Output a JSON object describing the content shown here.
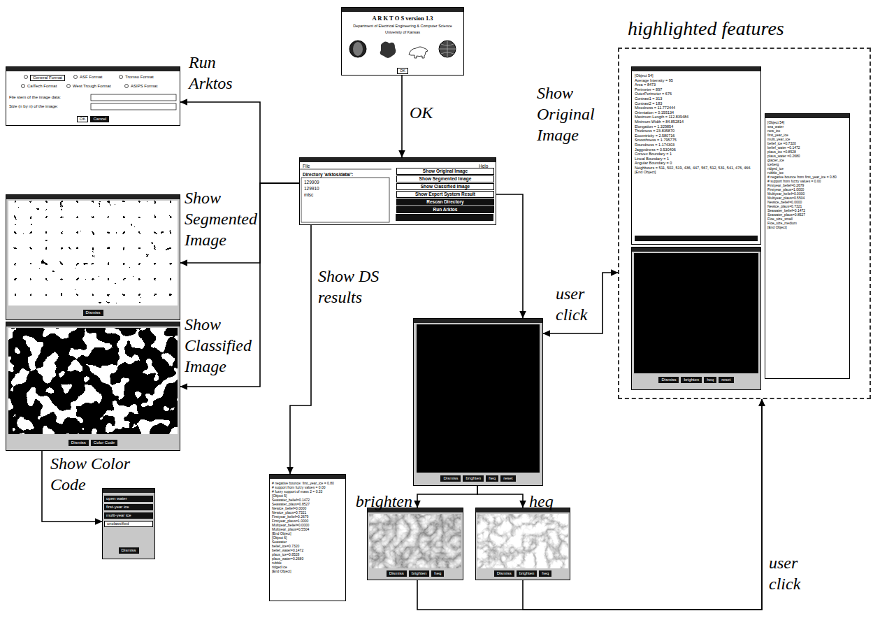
{
  "diagram": {
    "nodes": [
      {
        "text": [
          "A R K T O S version 1.3",
          "Department of Electrical Engineering & Computer Science",
          "University of Kansas",
          "OK"
        ]
      },
      {
        "text": [
          "General Format",
          "ASF Format",
          "Tromso Format",
          "CalTech Format",
          "West Trough Format",
          "ASIPS Format",
          "File stem of the image data:",
          "Size (n by n) of the image:",
          "OK",
          "Cancel"
        ]
      },
      {
        "text": [
          "File",
          "Help",
          "Directory 'arktos/data/':",
          "129909",
          "129910",
          "misc",
          "Show Original Image",
          "Show Segmented Image",
          "Show Classified Image",
          "Show Expert System Result",
          "Rescan Directory",
          "Run Arktos"
        ]
      },
      {
        "text": [
          "Dismiss"
        ]
      },
      {
        "text": [
          "Dismiss",
          "Color Code"
        ]
      },
      {
        "text": [
          "open water",
          "first-year ice",
          "multi-year ice",
          "unclassified",
          "Dismiss"
        ]
      },
      {
        "text": [
          "# negative bounce: first_year_ice = 0.80",
          "# support from fuzzy values = 0.00",
          "# fuzzy support of mass 2 = 0.33",
          "[Object 5]",
          "Seawater_belief=0.1472",
          "Seawater_plaus=0.8527",
          "Newice_belief=0.0000",
          "Newice_plaus=0.7321",
          "Firstyear_belief=0.2679",
          "Firstyear_plaus=1.0000",
          "Multiyear_belief=0.0000",
          "Multiyear_plaus=0.5504",
          "[End Object]",
          "[Object 6]",
          "Seawater",
          "belief_ice=0.7320",
          "belief_water=0.1472",
          "plaus_ice=0.8528",
          "plaus_water=0.2680",
          "rubble",
          "ridged ice",
          "[End Object]"
        ]
      },
      {
        "text": [
          "Dismiss",
          "brighten",
          "heq",
          "reset"
        ]
      },
      {
        "text": [
          "Dismiss",
          "brighten",
          "heq"
        ]
      },
      {
        "text": [
          "Dismiss",
          "brighten",
          "heq"
        ]
      },
      {
        "text": [
          "highlighted features"
        ]
      },
      {
        "text": [
          "[Object 54]",
          "Average Intensity = 95",
          "Area = 8473",
          "Perimeter = 897",
          "OuterPerimeter = 676",
          "Contrast1 = 313",
          "Contrast2 = 183",
          "Mixedness = 11.772444",
          "Orientation = 0.155134",
          "Maximum Length = 112.839484",
          "Minimum Width = 84.852814",
          "Elongation = 1.329854",
          "Thickness = 23.835870",
          "Eccentricity = 2.580716",
          "Smoothness = 1.795775",
          "Roundness = 1.174303",
          "Jaggedness = 0.530406",
          "Convex Boundary = 1",
          "Lineal Boundary = 1",
          "Angular Boundary = 0",
          "Neighbours = 511, 502, 519, 436, 447, 567, 512, 531, 541, 476, 466",
          "[End Object]"
        ],
        "in": 10
      },
      {
        "text": [
          "Dismiss",
          "brighten",
          "heq",
          "reset"
        ],
        "in": 10
      },
      {
        "text": [
          "[Object 54]",
          "sea_water",
          "new_ice",
          "first_year_ice",
          "multi_year_ice",
          "belief_ice =0.7320",
          "belief_water =0.1472",
          "plaus_ice =0.8528",
          "plaus_water =0.2680",
          "glacier_ice",
          "iceberg",
          "ridged_ice",
          "rubble_ice",
          "# negative bounce from first_year_ice = 0.80",
          "# support from fuzzy values = 0.00",
          "Firstyear_belief=0.2679",
          "Firstyear_plaus=1.0000",
          "Multiyear_belief=0.0000",
          "Multiyear_plaus=0.5504",
          "Newice_belief=0.0000",
          "Newice_plaus=0.7321",
          "Seawater_belief=0.1472",
          "Seawater_plaus=0.8527",
          "Floe_size_small",
          "Floe_size_medium",
          "[End Object]"
        ],
        "in": 10
      }
    ],
    "edges": [
      {
        "from": 0,
        "to": 2,
        "label": "OK",
        "arrow": "to"
      },
      {
        "from": 2,
        "to": 1,
        "label": "Run Arktos",
        "arrow": "to"
      },
      {
        "from": 2,
        "to": 3,
        "label": "Show Segmented Image",
        "arrow": "to"
      },
      {
        "from": 2,
        "to": 4,
        "label": "Show Classified Image",
        "arrow": "to"
      },
      {
        "from": 4,
        "to": 5,
        "label": "Show Color Code",
        "arrow": "to"
      },
      {
        "from": 2,
        "to": 6,
        "label": "Show DS results",
        "arrow": "to"
      },
      {
        "from": 2,
        "to": 7,
        "label": "Show Original Image",
        "arrow": "to"
      },
      {
        "from": 7,
        "to": 8,
        "label": "brighten",
        "arrow": "to"
      },
      {
        "from": 7,
        "to": 9,
        "label": "heq",
        "arrow": "to"
      },
      {
        "from": 7,
        "to": 10,
        "label": "user click",
        "arrow": "both"
      },
      {
        "from": 8,
        "to": 10,
        "label": "user click",
        "arrow": "to"
      },
      {
        "from": 9,
        "to": 10,
        "arrow": "to"
      }
    ]
  }
}
